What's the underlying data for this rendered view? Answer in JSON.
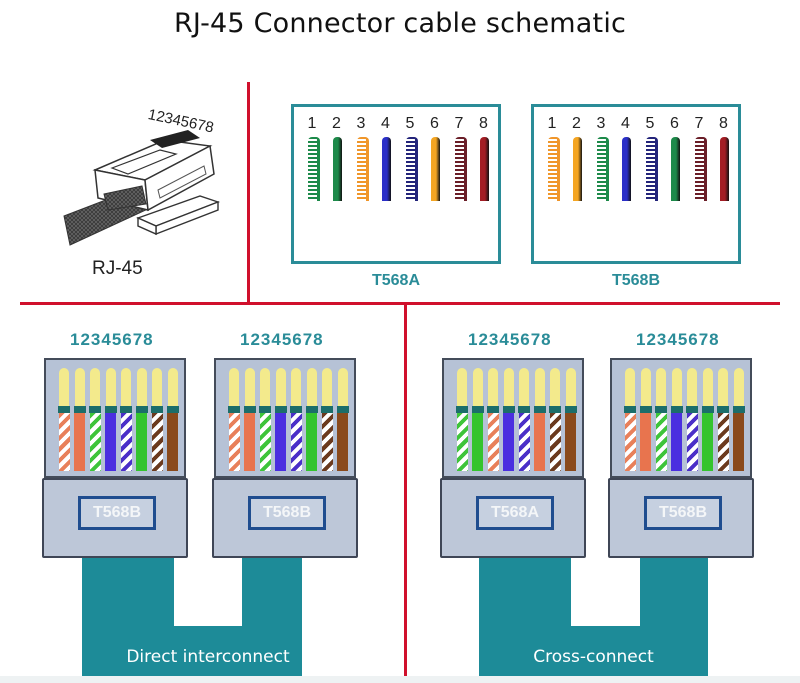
{
  "title": "RJ-45 Connector cable schematic",
  "connector": {
    "label": "RJ-45",
    "pin_numbers": "12345678"
  },
  "standards": [
    {
      "name": "T568A",
      "pins": [
        "1",
        "2",
        "3",
        "4",
        "5",
        "6",
        "7",
        "8"
      ],
      "wires": [
        {
          "pin": 1,
          "color": "white/green",
          "base": "#1d8a4a",
          "striped": true
        },
        {
          "pin": 2,
          "color": "green",
          "base": "#1d8a4a",
          "striped": false
        },
        {
          "pin": 3,
          "color": "white/orange",
          "base": "#f0962a",
          "striped": true
        },
        {
          "pin": 4,
          "color": "blue",
          "base": "#2b2fc8",
          "striped": false
        },
        {
          "pin": 5,
          "color": "white/blue",
          "base": "#23247a",
          "striped": true
        },
        {
          "pin": 6,
          "color": "orange",
          "base": "#f4a522",
          "striped": false
        },
        {
          "pin": 7,
          "color": "white/brown",
          "base": "#6a1e28",
          "striped": true
        },
        {
          "pin": 8,
          "color": "brown",
          "base": "#a31d24",
          "striped": false
        }
      ]
    },
    {
      "name": "T568B",
      "pins": [
        "1",
        "2",
        "3",
        "4",
        "5",
        "6",
        "7",
        "8"
      ],
      "wires": [
        {
          "pin": 1,
          "color": "white/orange",
          "base": "#f0962a",
          "striped": true
        },
        {
          "pin": 2,
          "color": "orange",
          "base": "#f4a522",
          "striped": false
        },
        {
          "pin": 3,
          "color": "white/green",
          "base": "#1d8a4a",
          "striped": true
        },
        {
          "pin": 4,
          "color": "blue",
          "base": "#2b2fc8",
          "striped": false
        },
        {
          "pin": 5,
          "color": "white/blue",
          "base": "#23247a",
          "striped": true
        },
        {
          "pin": 6,
          "color": "green",
          "base": "#1d8a4a",
          "striped": false
        },
        {
          "pin": 7,
          "color": "white/brown",
          "base": "#6a1e28",
          "striped": true
        },
        {
          "pin": 8,
          "color": "brown",
          "base": "#a31d24",
          "striped": false
        }
      ]
    }
  ],
  "cables": [
    {
      "name": "Direct interconnect",
      "plugs": [
        {
          "pin_numbers": "12345678",
          "standard": "T568B",
          "wires": [
            "white/orange",
            "orange",
            "white/green",
            "blue",
            "white/blue",
            "green",
            "white/brown",
            "brown"
          ]
        },
        {
          "pin_numbers": "12345678",
          "standard": "T568B",
          "wires": [
            "white/orange",
            "orange",
            "white/green",
            "blue",
            "white/blue",
            "green",
            "white/brown",
            "brown"
          ]
        }
      ]
    },
    {
      "name": "Cross-connect",
      "plugs": [
        {
          "pin_numbers": "12345678",
          "standard": "T568A",
          "wires": [
            "white/green",
            "green",
            "white/orange",
            "blue",
            "white/blue",
            "orange",
            "white/brown",
            "brown"
          ]
        },
        {
          "pin_numbers": "12345678",
          "standard": "T568B",
          "wires": [
            "white/orange",
            "orange",
            "white/green",
            "blue",
            "white/blue",
            "green",
            "white/brown",
            "brown"
          ]
        }
      ]
    }
  ],
  "plug_wire_colors": {
    "white/orange": {
      "base": "#e8805a",
      "striped": true
    },
    "orange": {
      "base": "#e8744e",
      "striped": false
    },
    "white/green": {
      "base": "#3ec43a",
      "striped": true
    },
    "green": {
      "base": "#34c42e",
      "striped": false
    },
    "blue": {
      "base": "#4a2fe0",
      "striped": false
    },
    "white/blue": {
      "base": "#4a2fc8",
      "striped": true
    },
    "white/brown": {
      "base": "#6b3a1e",
      "striped": true
    },
    "brown": {
      "base": "#8a4a1c",
      "striped": false
    }
  },
  "colors": {
    "divider": "#d0102c",
    "teal": "#2a8c98",
    "cable": "#1d8b98"
  }
}
